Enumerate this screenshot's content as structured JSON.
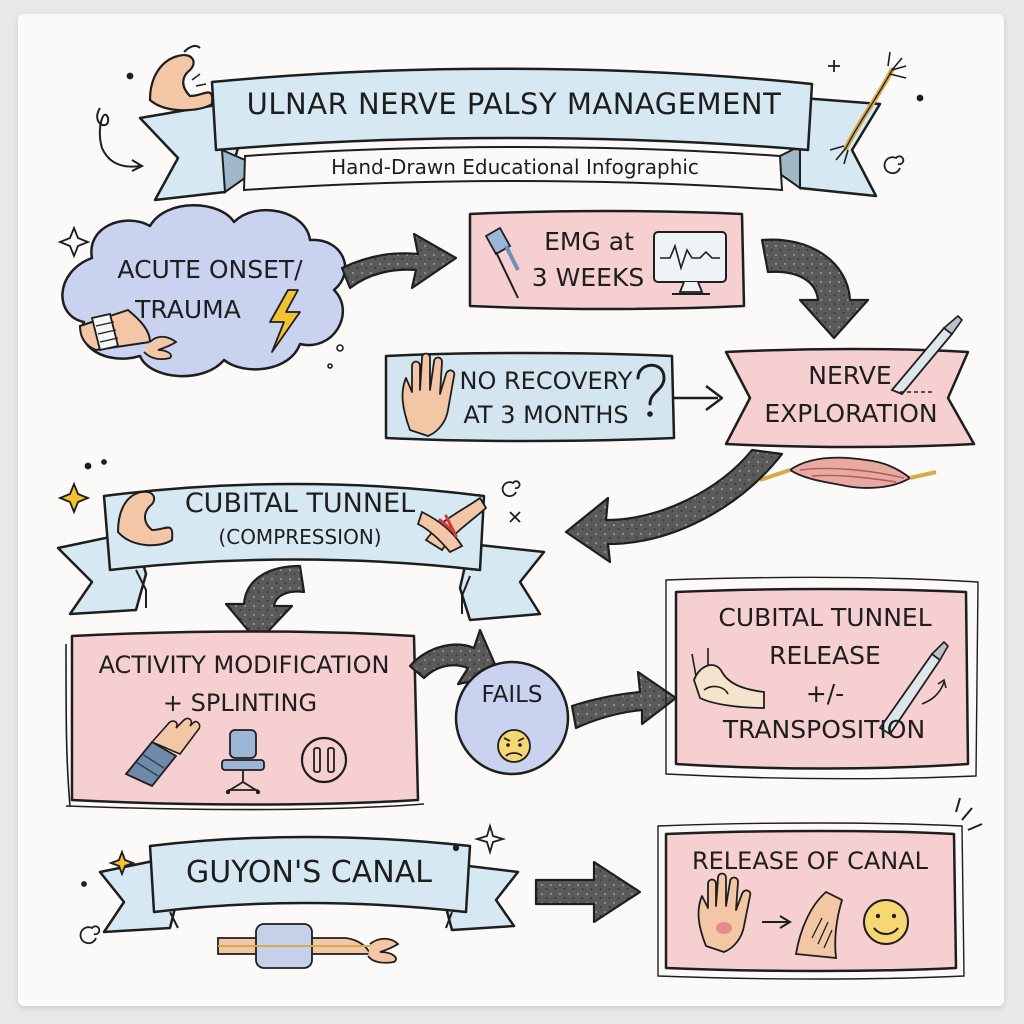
{
  "title": "ULNAR NERVE PALSY MANAGEMENT",
  "subtitle": "Hand-Drawn Educational Infographic",
  "nodes": {
    "acute_onset": {
      "line1": "ACUTE ONSET/",
      "line2": "TRAUMA"
    },
    "emg": {
      "line1": "EMG at",
      "line2": "3 WEEKS"
    },
    "no_recovery": {
      "line1": "NO RECOVERY",
      "line2": "AT 3 MONTHS"
    },
    "nerve_exploration": {
      "line1": "NERVE",
      "line2": "EXPLORATION"
    },
    "cubital_tunnel": {
      "line1": "CUBITAL TUNNEL",
      "line2": "(COMPRESSION)"
    },
    "activity_modification": {
      "line1": "ACTIVITY MODIFICATION",
      "line2": "+ SPLINTING"
    },
    "fails": {
      "label": "FAILS"
    },
    "cubital_release": {
      "line1": "CUBITAL TUNNEL",
      "line2": "RELEASE",
      "line3": "+/-",
      "line4": "TRANSPOSITION"
    },
    "guyons_canal": {
      "label": "GUYON'S CANAL"
    },
    "release_canal": {
      "label": "RELEASE OF CANAL"
    }
  },
  "colors": {
    "ribbon_blue": "#d6e8f2",
    "box_pink": "#f6cfd1",
    "box_blue": "#d3e6ef",
    "cloud_blue": "#c9d3f0",
    "arrow_dark": "#4a4a4a",
    "ink": "#1e1e1e",
    "bolt_yellow": "#f2c230",
    "face_yellow": "#f7d774"
  },
  "icons": [
    "flexed-arm-icon",
    "nerve-strand-icon",
    "bandaged-arm-icon",
    "lightning-icon",
    "emg-probe-icon",
    "monitor-waveform-icon",
    "open-hand-icon",
    "question-mark-icon",
    "scalpel-icon",
    "nerve-bundle-icon",
    "elbow-pain-icon",
    "wrist-splint-icon",
    "office-chair-icon",
    "pause-icon",
    "worried-face-icon",
    "elbow-joint-icon",
    "forearm-canal-icon",
    "palm-icon",
    "healed-wrist-icon",
    "smiley-face-icon"
  ]
}
